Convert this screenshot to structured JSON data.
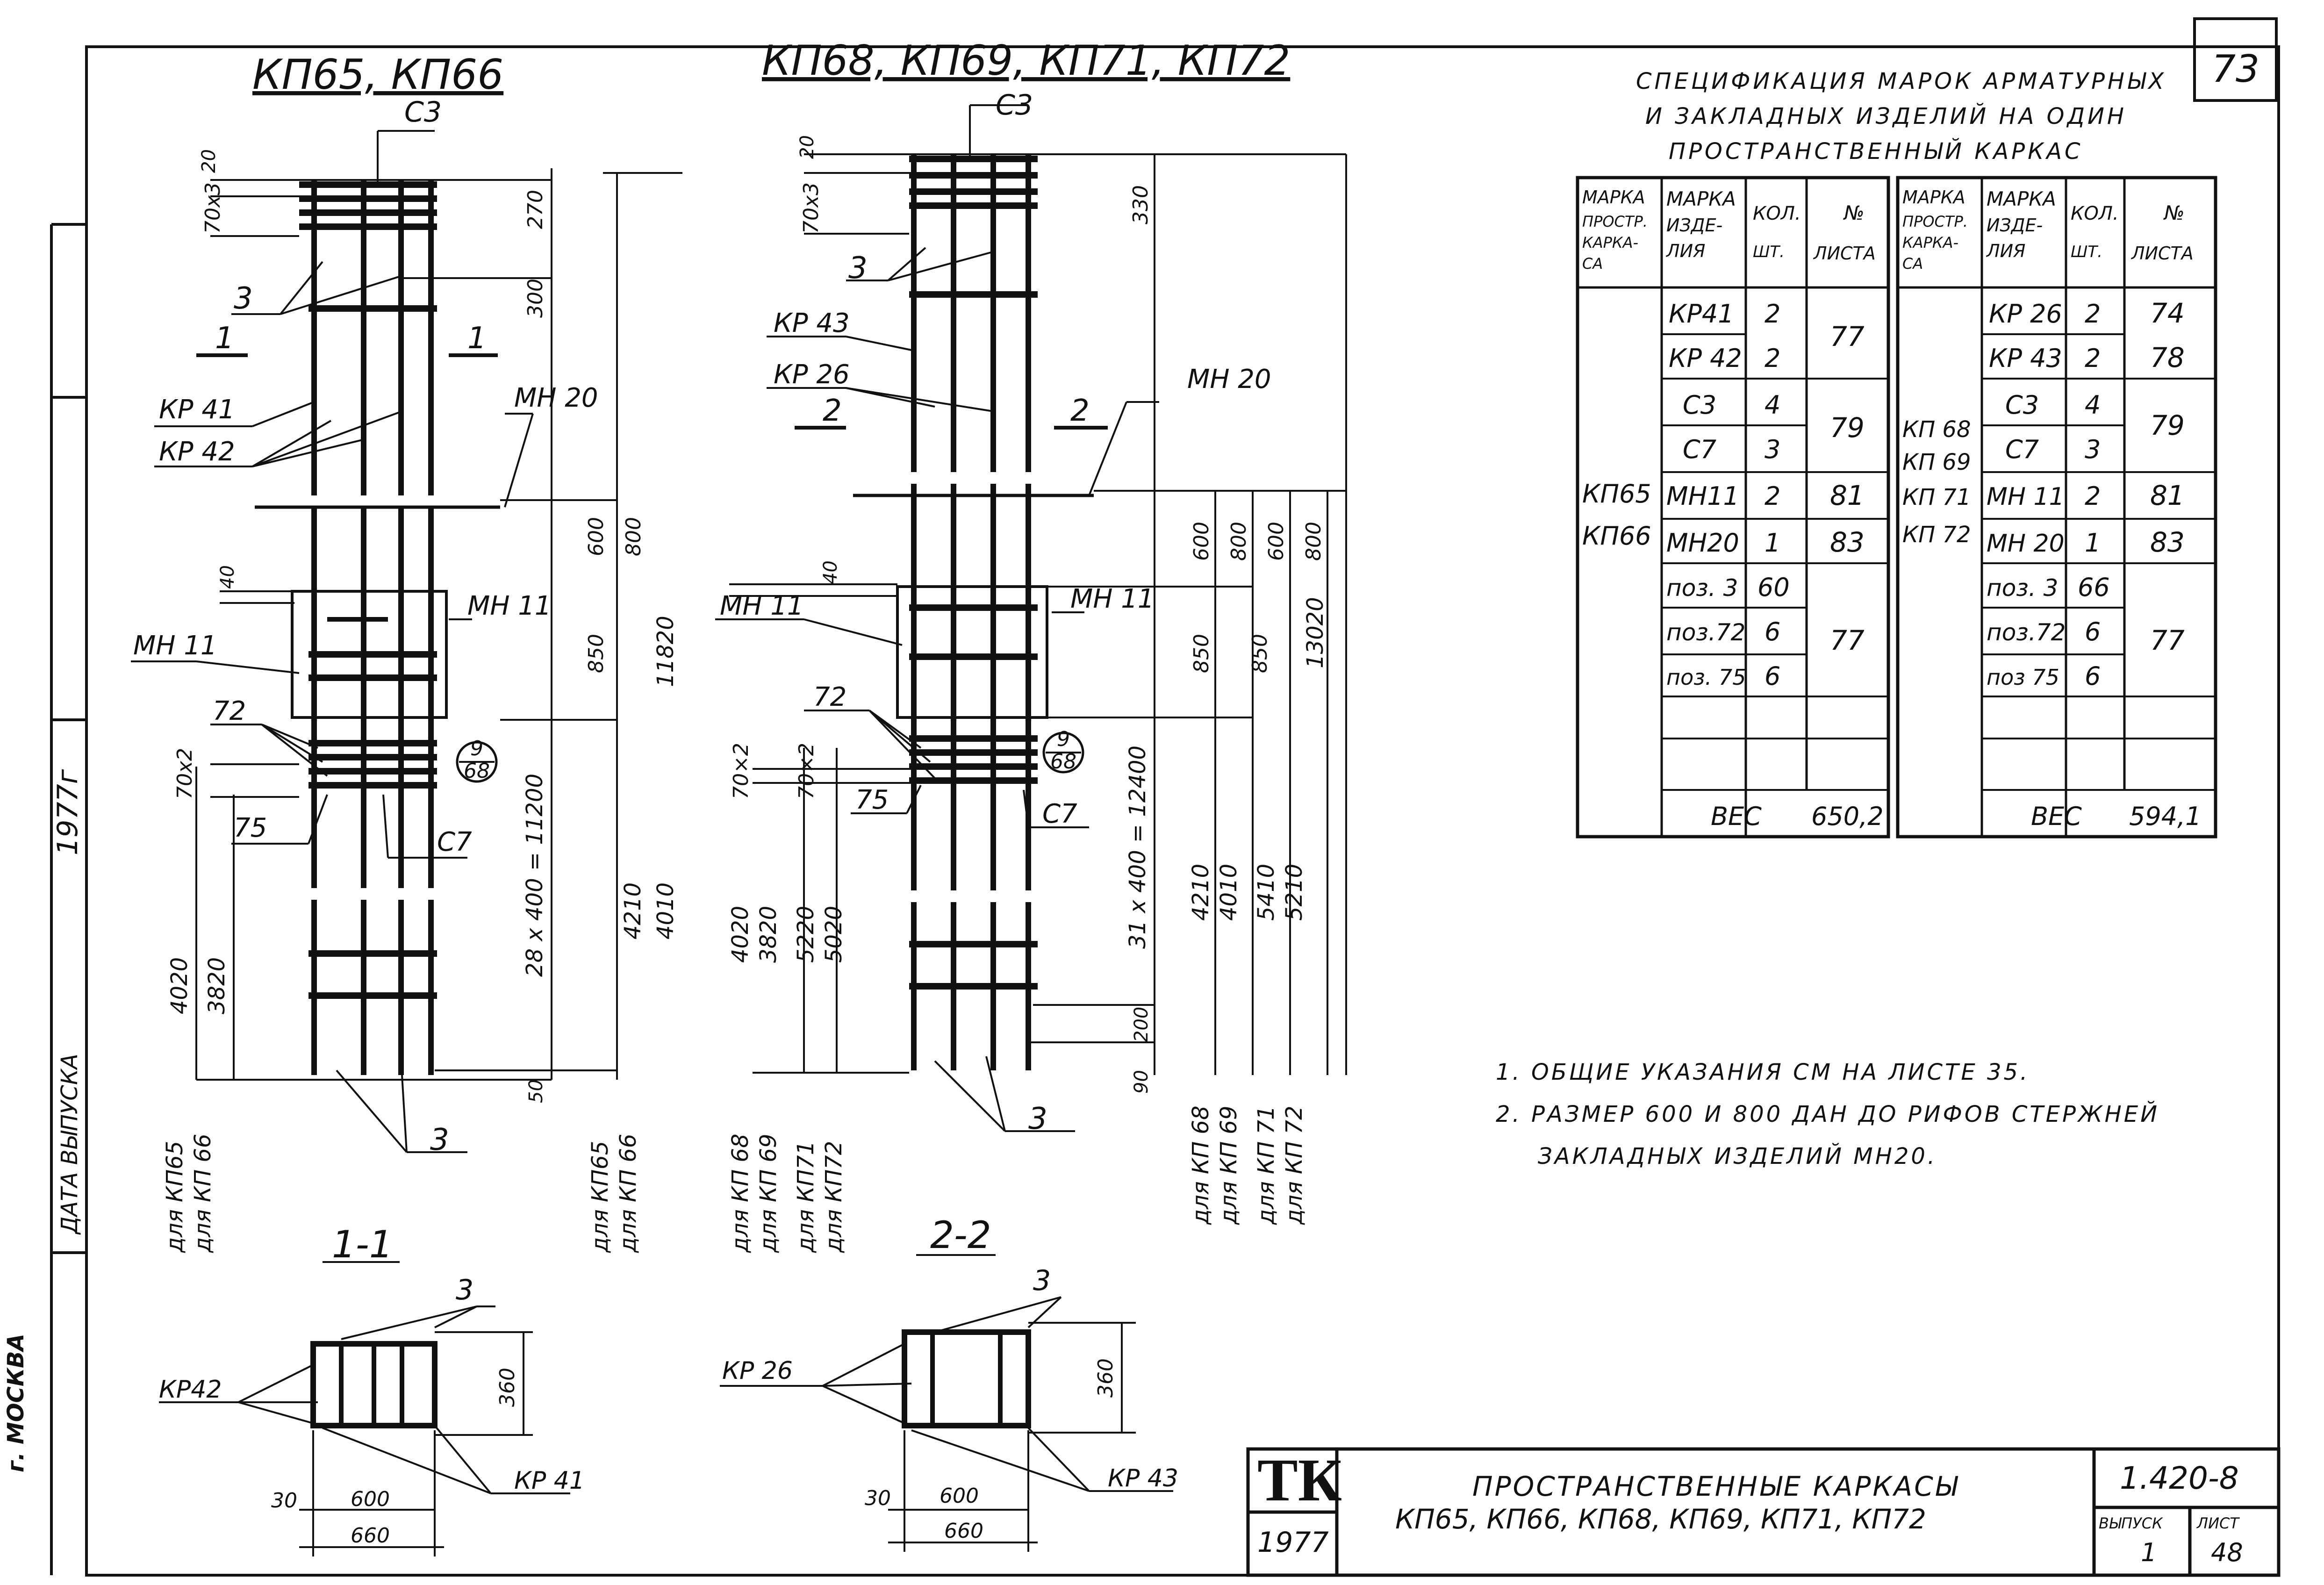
{
  "sheet": {
    "sheet_no": "73",
    "side_labels": [
      "г. МОСКВА",
      "ДАТА ВЫПУСКА",
      "1977г"
    ]
  },
  "left_drawing": {
    "title": "КП65, КП66",
    "labels": {
      "c3": "С3",
      "three": "3",
      "kr41": "КР 41",
      "kr42": "КР 42",
      "mn20": "МН 20",
      "mn11a": "МН 11",
      "mn11b": "МН 11",
      "p72": "72",
      "p75": "75",
      "c7": "С7",
      "sec_mark": "1",
      "callout_num": "9",
      "callout_den": "68"
    },
    "dims": {
      "d20": "20",
      "d70x3": "70x3",
      "d270": "270",
      "d300": "300",
      "d600": "600",
      "d800": "800",
      "d40": "40",
      "d850": "850",
      "d11820": "11820",
      "d70x2": "70x2",
      "d4020": "4020",
      "d3820": "3820",
      "d28x400": "28 х 400 = 11200",
      "d4210": "4210",
      "d4010": "4010",
      "d50": "50"
    },
    "for_a": "для КП65",
    "for_b": "для КП 66",
    "for_c": "для КП65",
    "for_d": "для КП 66"
  },
  "right_drawing": {
    "title": "КП68, КП69, КП71, КП72",
    "labels": {
      "c3": "С3",
      "three": "3",
      "kr43": "КР 43",
      "kr26": "КР 26",
      "mn20": "МН 20",
      "mn11a": "МН 11",
      "mn11b": "МН 11",
      "p72": "72",
      "p75": "75",
      "c7": "С7",
      "sec_mark": "2",
      "callout_num": "9",
      "callout_den": "68"
    },
    "dims": {
      "d20": "20",
      "d70x3": "70x3",
      "d330": "330",
      "d600": "600",
      "d800": "800",
      "d40": "40",
      "d850": "850",
      "d13020": "13020",
      "d70x2a": "70×2",
      "d70x2b": "70×2",
      "d4020": "4020",
      "d3820": "3820",
      "d5220": "5220",
      "d5020": "5020",
      "d31x400": "31 х 400 = 12400",
      "d4210": "4210",
      "d4010": "4010",
      "d5410": "5410",
      "d5210": "5210",
      "d200": "200",
      "d90": "90"
    },
    "for_left": [
      "для КП 68",
      "для КП 69",
      "для КП71",
      "для КП72"
    ],
    "for_right": [
      "для КП 68",
      "для КП 69",
      "для КП 71",
      "для КП 72"
    ]
  },
  "sections": {
    "s11": {
      "title": "1-1",
      "kr42": "КР42",
      "kr41": "КР 41",
      "three": "3",
      "d360": "360",
      "d30": "30",
      "d600": "600",
      "d660": "660"
    },
    "s22": {
      "title": "2-2",
      "kr26": "КР 26",
      "kr43": "КР 43",
      "three": "3",
      "d360": "360",
      "d30": "30",
      "d600": "600",
      "d660": "660"
    }
  },
  "spec": {
    "title_lines": [
      "СПЕЦИФИКАЦИЯ МАРОК АРМАТУРНЫХ",
      "И ЗАКЛАДНЫХ ИЗДЕЛИЙ НА ОДИН",
      "ПРОСТРАНСТВЕННЫЙ КАРКАС"
    ],
    "head": {
      "c1": [
        "МАРКА",
        "ПРОСТР.",
        "КАРКА-",
        "СА"
      ],
      "c2": [
        "МАРКА",
        "ИЗДЕ-",
        "ЛИЯ"
      ],
      "c3": [
        "КОЛ.",
        "ШТ."
      ],
      "c4": [
        "№",
        "ЛИСТА"
      ]
    },
    "left": {
      "frames": [
        "КП65",
        "КП66"
      ],
      "items": [
        "КР41",
        "КР 42",
        "С3",
        "С7",
        "МН11",
        "МН20",
        "поз. 3",
        "поз.72",
        "поз. 75"
      ],
      "qty": [
        "2",
        "2",
        "4",
        "3",
        "2",
        "1",
        "60",
        "6",
        "6"
      ],
      "sheets": [
        "77",
        "79",
        "81",
        "83",
        "77"
      ],
      "weight_label": "ВЕС",
      "weight": "650,2"
    },
    "right": {
      "frames": [
        "КП 68",
        "КП 69",
        "КП 71",
        "КП 72"
      ],
      "items": [
        "КР 26",
        "КР 43",
        "С3",
        "С7",
        "МН 11",
        "МН 20",
        "поз. 3",
        "поз.72",
        "поз 75"
      ],
      "qty": [
        "2",
        "2",
        "4",
        "3",
        "2",
        "1",
        "66",
        "6",
        "6"
      ],
      "sheets": [
        "74",
        "78",
        "79",
        "81",
        "83",
        "77"
      ],
      "weight_label": "ВЕС",
      "weight": "594,1"
    }
  },
  "notes": [
    "1. ОБЩИЕ УКАЗАНИЯ СМ НА ЛИСТЕ 35.",
    "2. РАЗМЕР 600 И 800 ДАН ДО РИФОВ СТЕРЖНЕЙ",
    "ЗАКЛАДНЫХ ИЗДЕЛИЙ МН20."
  ],
  "title_block": {
    "logo": "ТК",
    "year": "1977",
    "title_line1": "ПРОСТРАНСТВЕННЫЕ КАРКАСЫ",
    "title_line2": "КП65, КП66, КП68, КП69, КП71, КП72",
    "code": "1.420-8",
    "issue_label": "ВЫПУСК",
    "issue": "1",
    "sheet_label": "ЛИСТ",
    "sheet": "48"
  }
}
